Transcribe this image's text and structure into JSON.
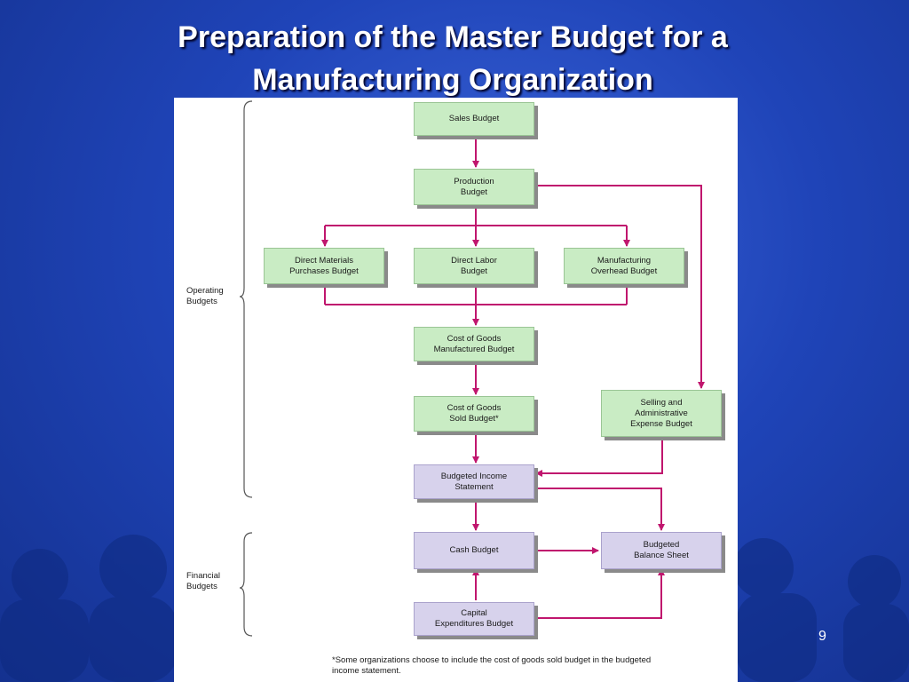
{
  "slide": {
    "title_line1": "Preparation of the Master Budget for a",
    "title_line2": "Manufacturing Organization",
    "page_number": "9"
  },
  "diagram": {
    "boxes": {
      "sales": "Sales Budget",
      "production": "Production\nBudget",
      "direct_materials": "Direct Materials\nPurchases Budget",
      "direct_labor": "Direct Labor\nBudget",
      "overhead": "Manufacturing\nOverhead Budget",
      "cogm": "Cost of Goods\nManufactured Budget",
      "cogs": "Cost of Goods\nSold Budget*",
      "selling_admin": "Selling and\nAdministrative\nExpense Budget",
      "income_statement": "Budgeted Income\nStatement",
      "cash": "Cash Budget",
      "balance_sheet": "Budgeted\nBalance Sheet",
      "capital": "Capital\nExpenditures Budget"
    },
    "groups": {
      "operating": "Operating\nBudgets",
      "financial": "Financial\nBudgets"
    },
    "footnote": "*Some organizations choose to include the cost of goods sold budget in the budgeted\n income statement.",
    "colors": {
      "operating_box": "#c9ecc4",
      "financial_box": "#d7d2ec",
      "arrow": "#c0166e"
    }
  }
}
